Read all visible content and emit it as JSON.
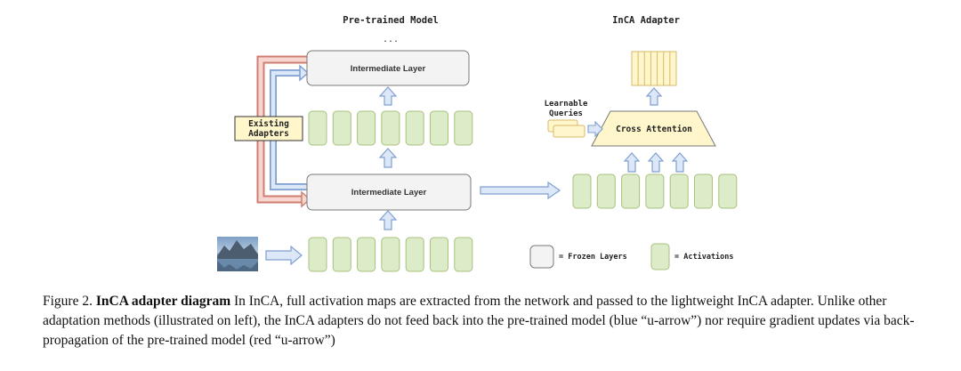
{
  "labels": {
    "pretrained_title": "Pre-trained Model",
    "ellipsis": "...",
    "inca_title": "InCA Adapter",
    "layer_top": "Intermediate Layer",
    "layer_bottom": "Intermediate Layer",
    "existing_adapters_line1": "Existing",
    "existing_adapters_line2": "Adapters",
    "queries_line1": "Learnable",
    "queries_line2": "Queries",
    "cross_attention": "Cross Attention",
    "legend_frozen": "= Frozen Layers",
    "legend_activations": "= Activations"
  },
  "colors": {
    "activation_fill": "#dcebc8",
    "activation_stroke": "#a9c07e",
    "frozen_fill": "#f3f3f3",
    "frozen_stroke": "#7a7a7a",
    "adapter_fill": "#fff6cc",
    "adapter_stroke": "#d8b96a",
    "blue_arrow_fill": "#dce8f8",
    "blue_arrow_stroke": "#7f9fd0",
    "red_arrow_fill": "#f8d6d0",
    "red_arrow_stroke": "#cf7f72"
  },
  "caption": {
    "label": "Figure 2.",
    "bold": "InCA adapter diagram",
    "text": "In InCA, full activation maps are extracted from the network and passed to the lightweight InCA adapter. Unlike other adaptation methods (illustrated on left), the InCA adapters do not feed back into the pre-trained model (blue “u-arrow”) nor require gradient updates via back-propagation of the pre-trained model (red “u-arrow”)"
  }
}
